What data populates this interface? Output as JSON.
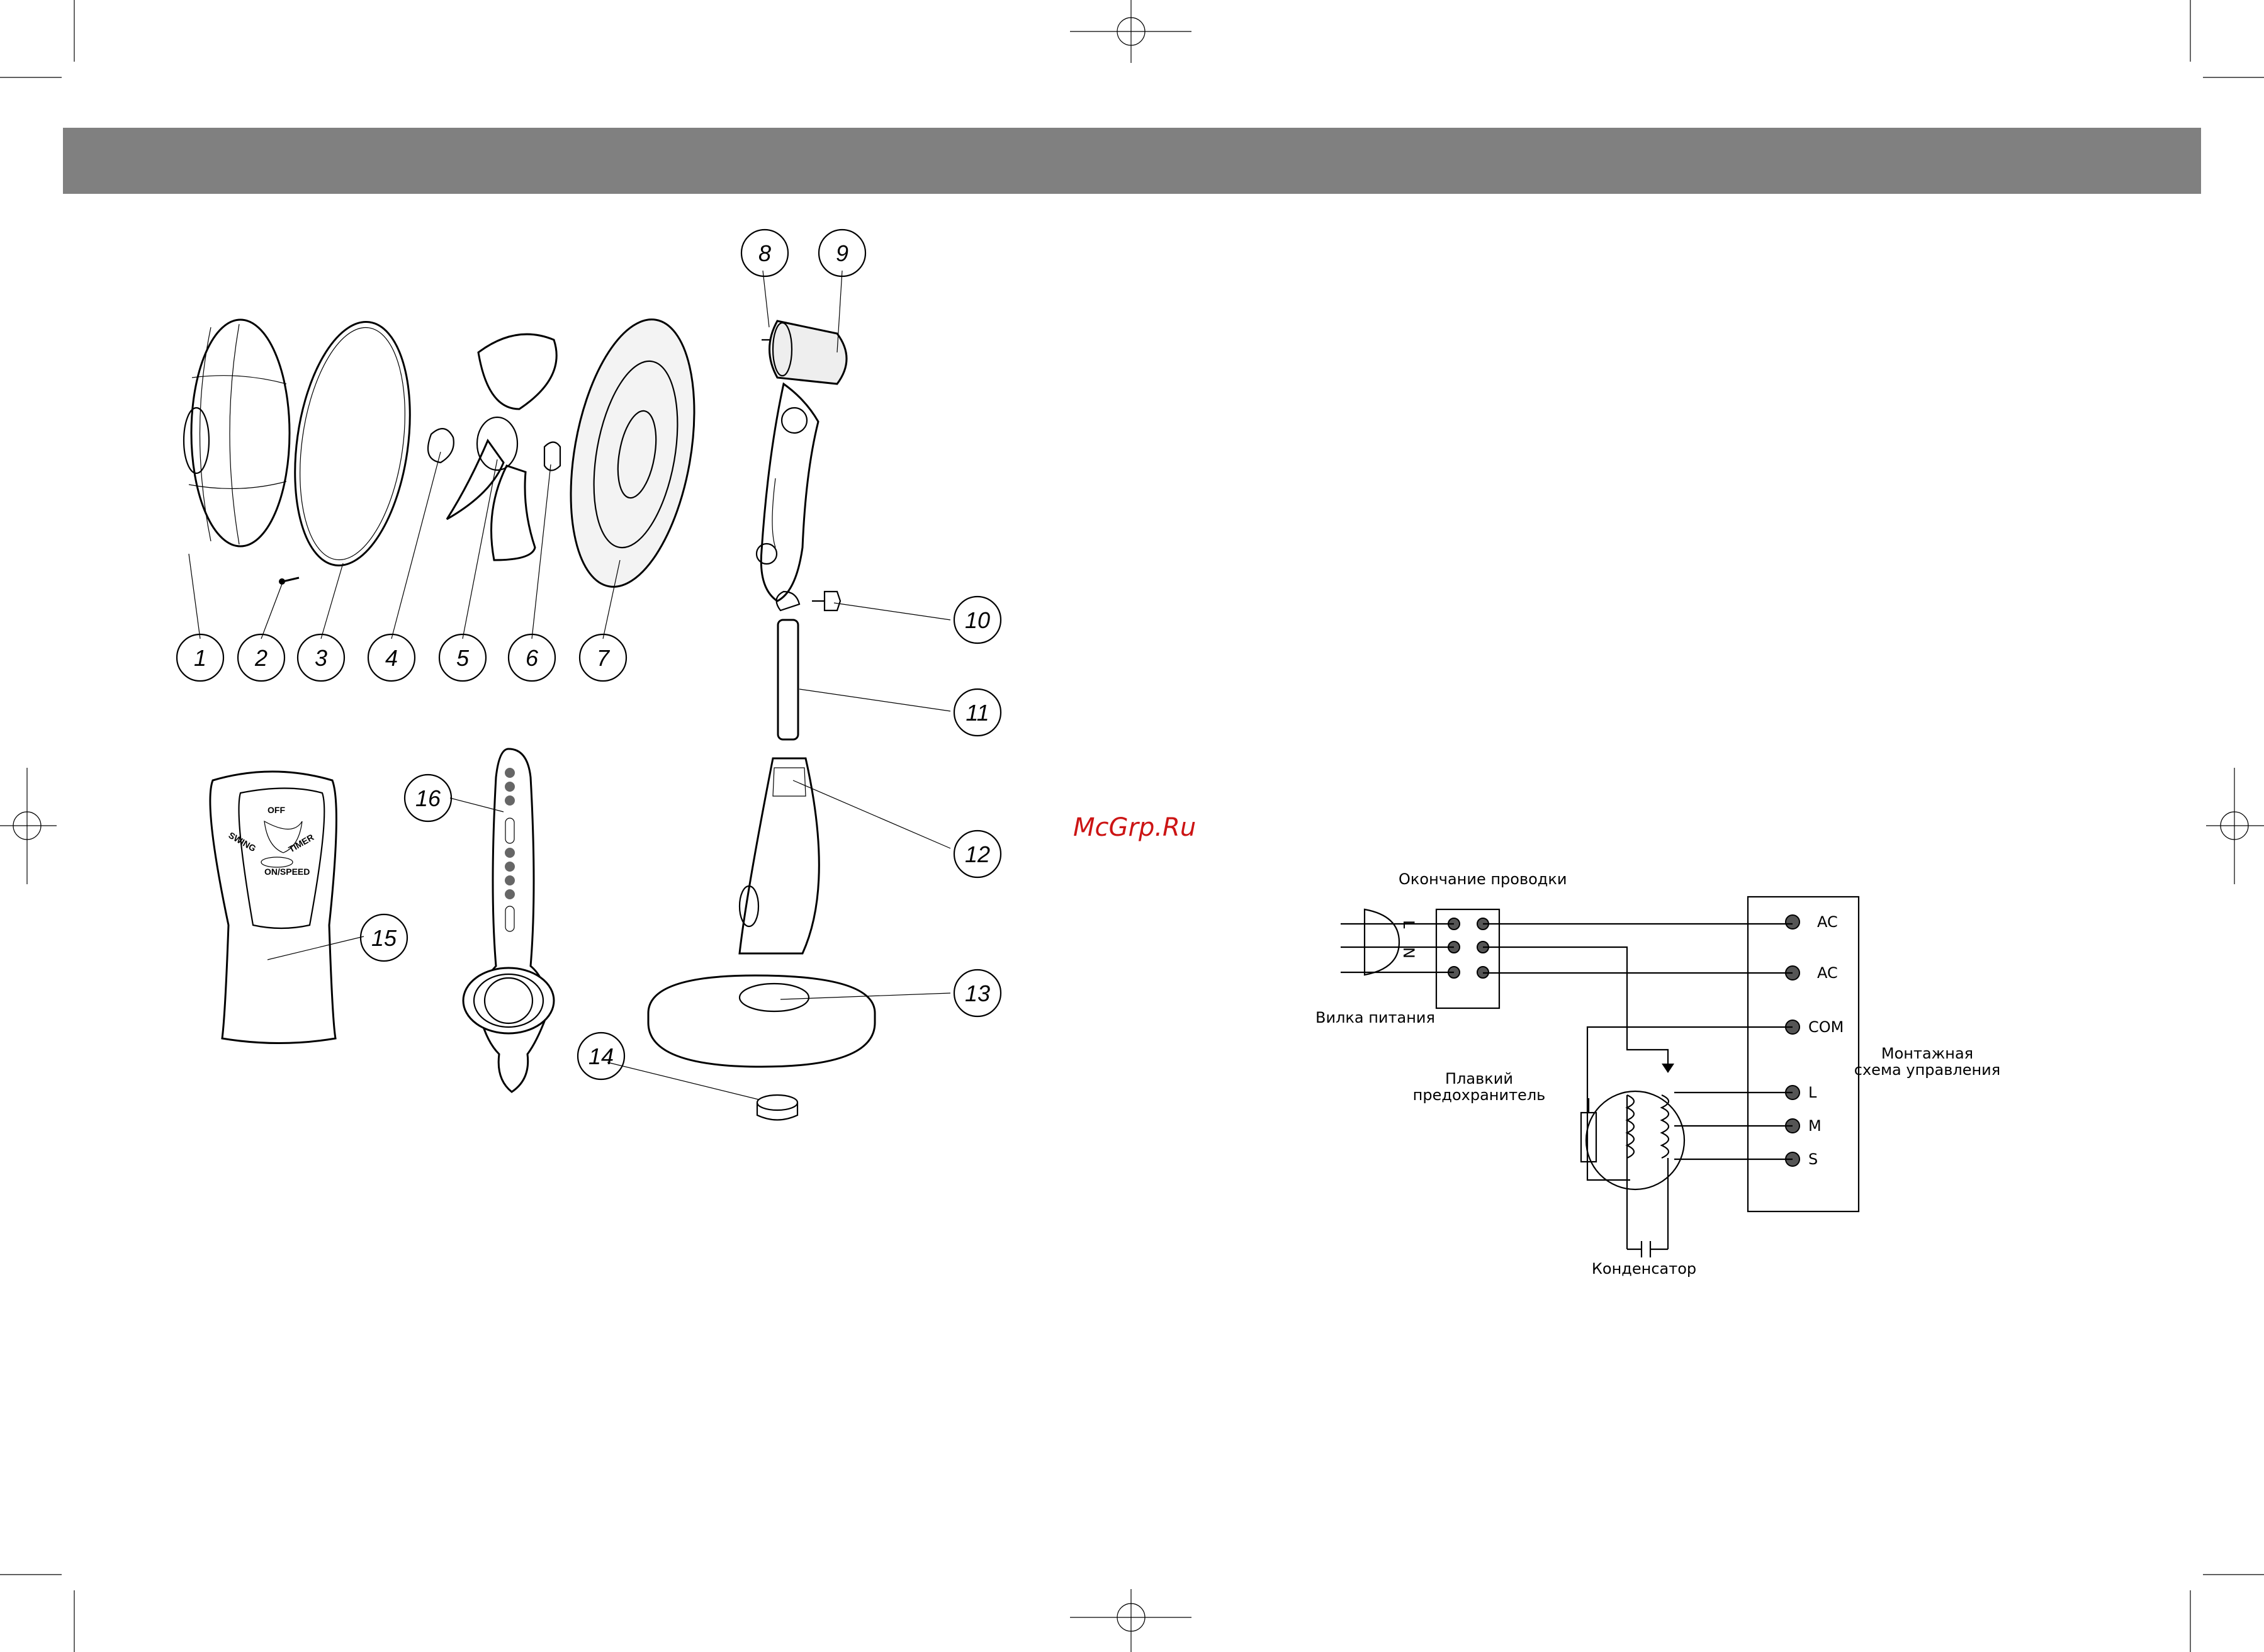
{
  "page": {
    "header_bar_color": "#808080"
  },
  "watermark": "McGrp.Ru",
  "callouts": [
    "1",
    "2",
    "3",
    "4",
    "5",
    "6",
    "7",
    "8",
    "9",
    "10",
    "11",
    "12",
    "13",
    "14",
    "15",
    "16"
  ],
  "remote": {
    "buttons": [
      "OFF",
      "SWING",
      "TIMER",
      "ON/SPEED"
    ]
  },
  "wiring": {
    "title": "Окончание проводки",
    "plug_label": "Вилка питания",
    "plug_pins": [
      "L",
      "N"
    ],
    "board_label_line1": "Монтажная",
    "board_label_line2": "схема управления",
    "fuse_label_line1": "Плавкий",
    "fuse_label_line2": "предохранитель",
    "capacitor_label": "Конденсатор",
    "terminals": [
      "AC",
      "AC",
      "COM",
      "L",
      "M",
      "S"
    ]
  }
}
